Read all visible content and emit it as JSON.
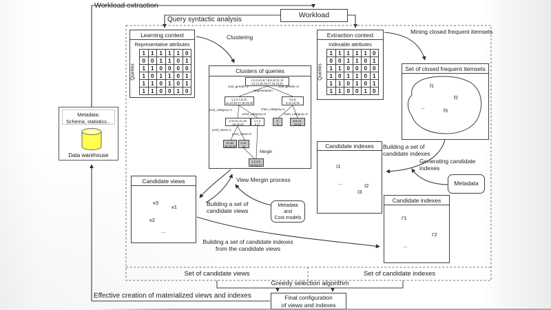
{
  "frame": {
    "workload_extraction": "Workload extraction",
    "effective_creation": "Effective creation of materialized views and indexes"
  },
  "workload": {
    "label": "Workload"
  },
  "analysis": {
    "label": "Query syntactic analysis"
  },
  "learning": {
    "title": "Learning context",
    "attributes_title": "Representative attributes",
    "queries_label": "Queries"
  },
  "extraction": {
    "title": "Extraction context",
    "attributes_title": "Indexable attributes",
    "queries_label": "Queries"
  },
  "matrix": [
    [
      1,
      1,
      1,
      1,
      1,
      0
    ],
    [
      0,
      0,
      1,
      1,
      0,
      1
    ],
    [
      1,
      1,
      0,
      0,
      0,
      0
    ],
    [
      1,
      0,
      1,
      1,
      0,
      1
    ],
    [
      1,
      1,
      0,
      1,
      0,
      1
    ],
    [
      1,
      1,
      0,
      0,
      1,
      0
    ]
  ],
  "arrows": {
    "clustering": "Clustering",
    "mining": "Mining closed frequent itemsets",
    "building_indexes_1": "Building a set of",
    "building_indexes_2": "candidate indexes",
    "generating_1": "Generating candidate",
    "generating_2": "indexes",
    "building_views_1": "Building a set of",
    "building_views_2": "candidate views",
    "view_merging": "View Mergin process",
    "building_from_views_1": "Building a set of candidate indexes",
    "building_from_views_2": "from the candidate views"
  },
  "clusters": {
    "title": "Clusters of queries",
    "segmentation": "Segmentation",
    "merge_label": "Mergin",
    "nodes": {
      "root": [
        "1,2,3,4,5,6,7,8,9,10,11,12",
        "13,14,15,16,17,18,19,20"
      ],
      "l2l": [
        "1,2,4,7,8,10,",
        "11,12,15,17,18,19,20"
      ],
      "l2r": [
        "3,5,6,",
        "9,14,15,16"
      ],
      "l3a": [
        "2,10,11,12,15,",
        "18,19,20"
      ],
      "l3b": [
        "1,2,4,",
        "8,17"
      ],
      "l3c": [
        "3,",
        "6"
      ],
      "l3d": [
        "5,9,14,",
        "15,16"
      ],
      "l4a": [
        "11,15,",
        "18,19,20"
      ],
      "l4b": [
        "2,10,",
        "12"
      ],
      "merged": [
        "1,2,4,8,",
        "10,12,17"
      ]
    },
    "edge_labels": {
      "cust1": "cust_gender=1",
      "cust0": "cust_gender=0",
      "prodcat1": "prod_category=1",
      "prodcat0": "prod_category=0",
      "chan1": "chan_category=1",
      "chan0": "chan_category=0",
      "prodname1": "prod_name=1",
      "prodname0": "prod_name=0"
    }
  },
  "itemsets": {
    "title": "Set of closed frequent itemsets",
    "items": [
      "f1",
      "f2",
      "f3"
    ],
    "ellipsis": "..."
  },
  "candidate_indexes_a": {
    "title": "Candidate indexes",
    "items": [
      "I1",
      "I2",
      "I3"
    ],
    "ellipsis": "..."
  },
  "candidate_indexes_b": {
    "title": "Candidate indexes",
    "items": [
      "I'1",
      "I'2"
    ],
    "ellipsis": "..."
  },
  "candidate_views": {
    "title": "Candidate views",
    "items": [
      "v3",
      "v1",
      "v2"
    ],
    "ellipsis": "..."
  },
  "metadata_right": {
    "label": "Metadata"
  },
  "metadata_cost": {
    "lines": [
      "Metadata",
      "and",
      "Cost models"
    ]
  },
  "warehouse": {
    "header1": "Metadata:",
    "header2": "Schema, statistics...",
    "label": "Data warehouse"
  },
  "bottom": {
    "set_views": "Set of candidate views",
    "set_indexes": "Set of candidate indexes",
    "greedy": "Greedy selection algorithm",
    "final_1": "Final configuration",
    "final_2": "of views and indexes"
  },
  "colors": {
    "line": "#3a3a3a",
    "leaf_gray": "#c9c9c9",
    "cylinder_yellow": "#ffff4d",
    "cylinder_top": "#ffffa8"
  }
}
